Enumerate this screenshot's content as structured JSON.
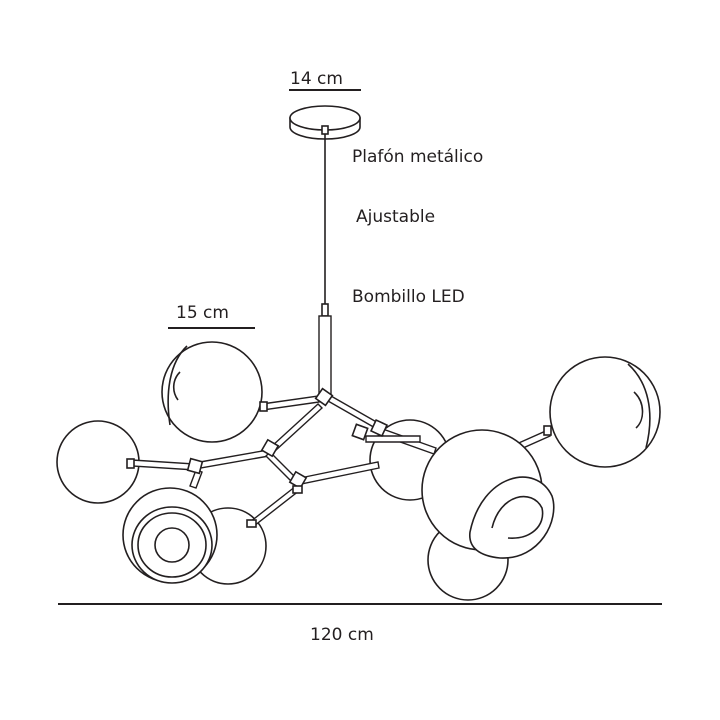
{
  "labels": {
    "canopy_width": "14 cm",
    "canopy_caption": "Plafón metálico",
    "adjustable_caption": "Ajustable",
    "bulb_caption": "Bombillo LED",
    "shade_width": "15 cm",
    "total_width": "120 cm"
  },
  "colors": {
    "line": "#231f20",
    "background": "#ffffff"
  }
}
